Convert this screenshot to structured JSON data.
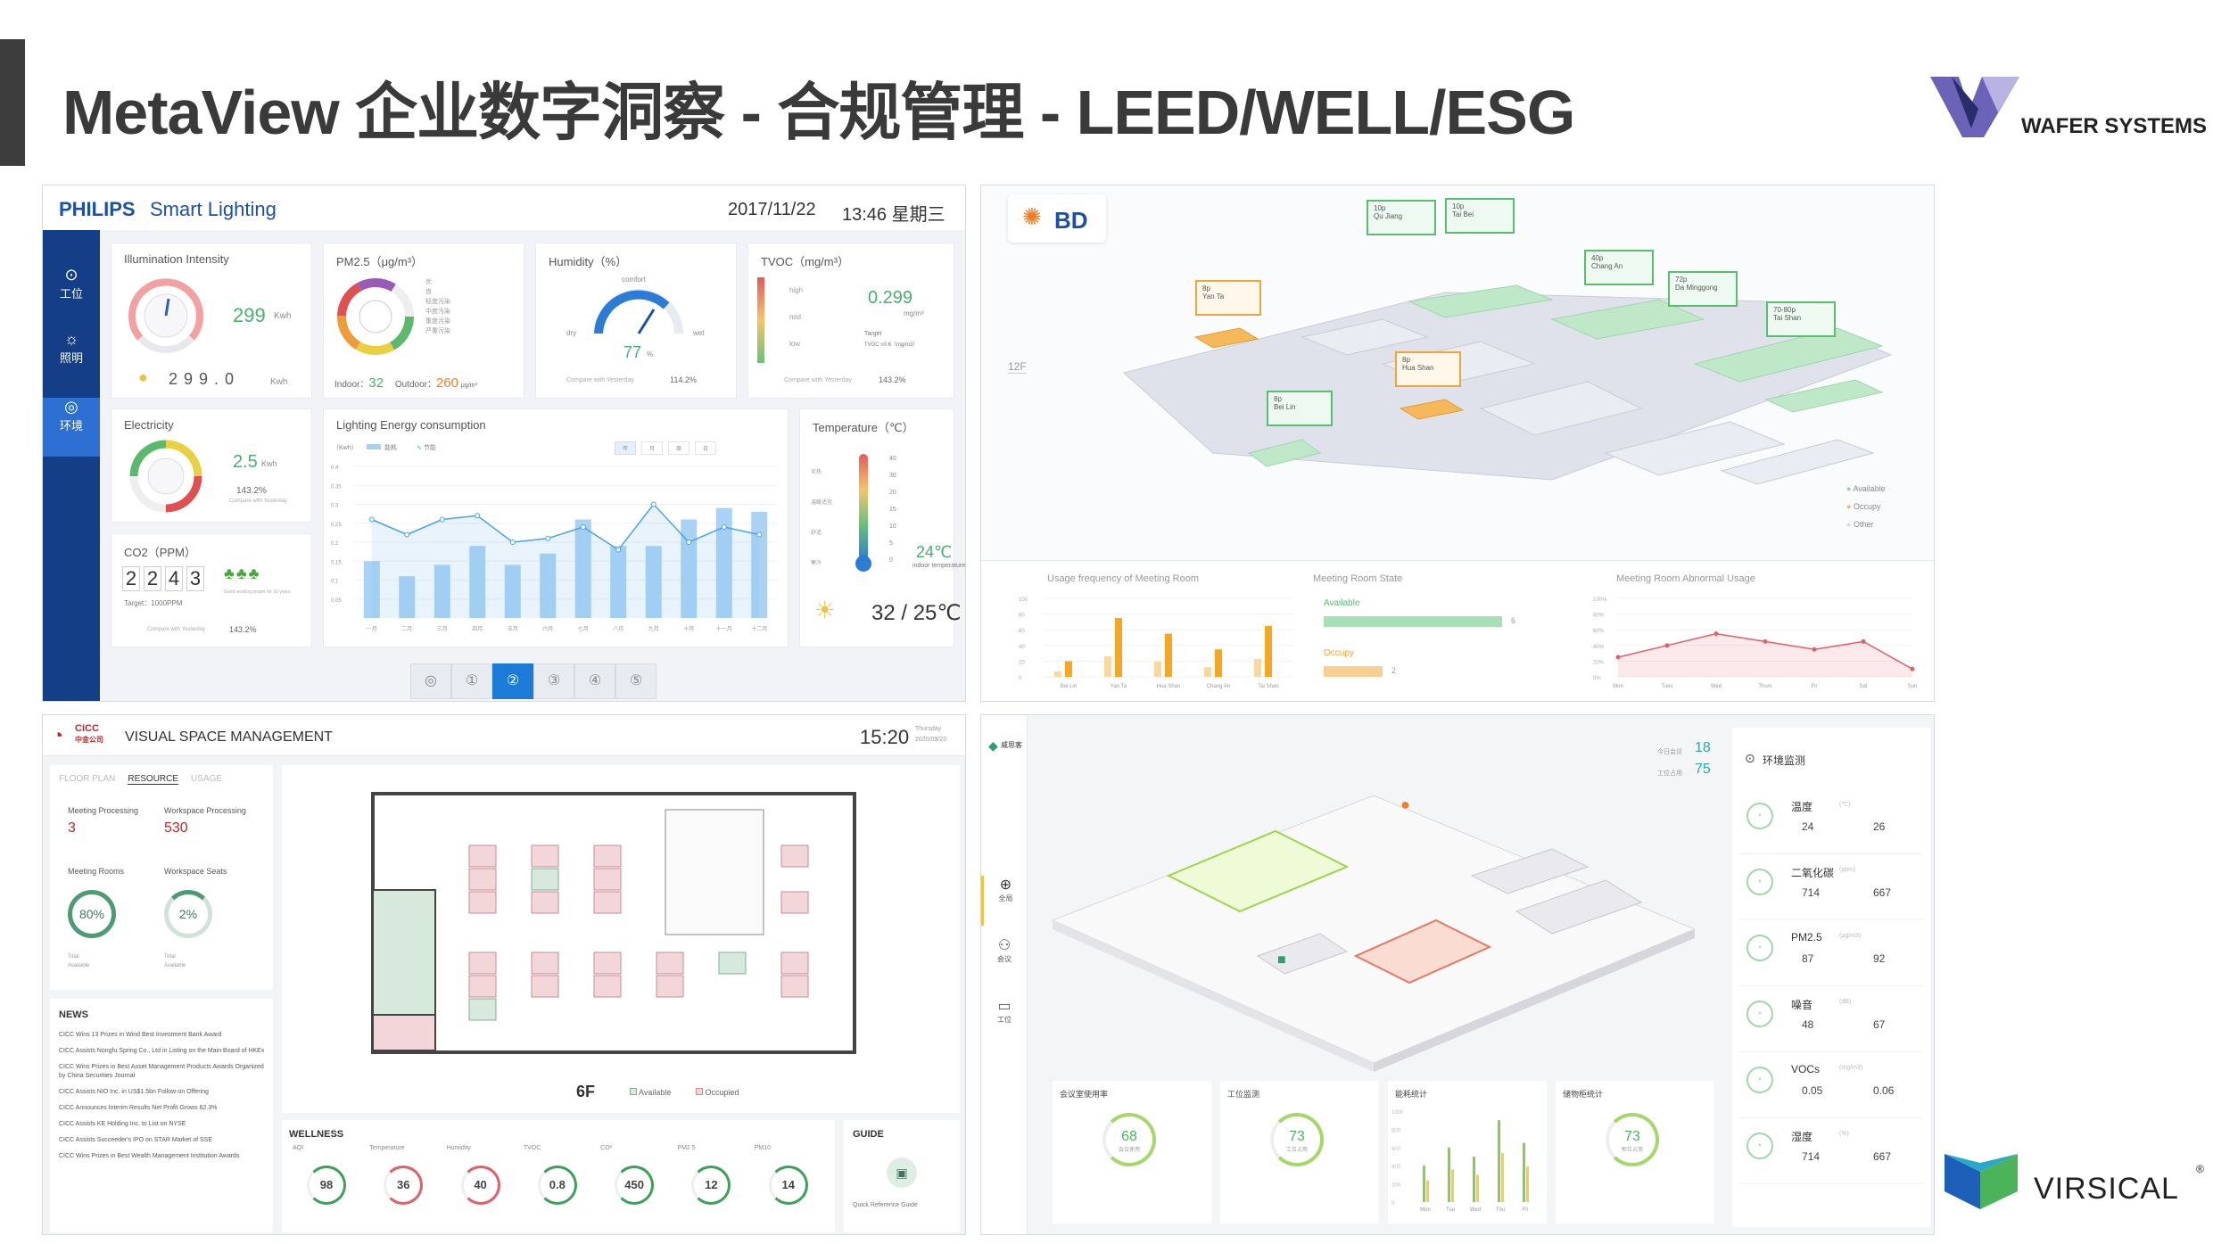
{
  "slide": {
    "title": "MetaView 企业数字洞察 - 合规管理 - LEED/WELL/ESG",
    "wafer_brand": "WAFER SYSTEMS",
    "virsical_brand": "VIRSICAL",
    "virsical_reg": "®",
    "colors": {
      "accent_dark": "#3d3d3d",
      "wafer_purple": "#6b5ba8",
      "virsical_blue": "#1d5fb8",
      "virsical_green": "#4bb45a"
    }
  },
  "philips": {
    "brand": "PHILIPS",
    "product": "Smart Lighting",
    "date": "2017/11/22",
    "time": "13:46 星期三",
    "sidebar": [
      {
        "icon": "workstation-icon",
        "label": "工位"
      },
      {
        "icon": "lighting-icon",
        "label": "照明"
      },
      {
        "icon": "environment-icon",
        "label": "环境"
      }
    ],
    "illumination": {
      "title": "Illumination Intensity",
      "value": "299",
      "unit": "Kwh",
      "digits": "2 9 9 . 0",
      "digits_unit": "Kwh"
    },
    "pm25": {
      "title": "PM2.5（μg/m³）",
      "legend": [
        "优",
        "良",
        "轻度污染",
        "中度污染",
        "重度污染",
        "严重污染"
      ],
      "indoor_label": "Indoor：",
      "indoor_value": "32",
      "outdoor_label": "Outdoor：",
      "outdoor_value": "260",
      "unit": "μg/m³"
    },
    "humidity": {
      "title": "Humidity（%）",
      "comfort": "comfort",
      "dry": "dry",
      "wet": "wet",
      "value": "77",
      "unit": "%",
      "compare": "Compare with Yesterday",
      "change": "114.2%"
    },
    "tvoc": {
      "title": "TVOC（mg/m³）",
      "levels": [
        "high",
        "mid",
        "low"
      ],
      "value": "0.299",
      "unit": "mg/m³",
      "target": "Target",
      "target_value": "TVOC ≤0.6（mg/m3）",
      "compare": "Compare with Yesterday",
      "change": "143.2%"
    },
    "electricity": {
      "title": "Electricity",
      "value": "2.5",
      "unit": "Kwh",
      "change": "143.2%",
      "compare": "Compare with Yesterday"
    },
    "co2": {
      "title": "CO2（PPM）",
      "digits": [
        "2",
        "2",
        "4",
        "3"
      ],
      "target": "Target：1000PPM",
      "note": "Good working proper for 10 years",
      "compare": "Compare with Yesterday",
      "change": "143.2%"
    },
    "temperature": {
      "title": "Temperature（℃）",
      "levels": [
        "炎热",
        "温暖适宜",
        "舒适",
        "寒冷"
      ],
      "scale": [
        "40",
        "30",
        "20",
        "15",
        "10",
        "5",
        "0"
      ],
      "value": "24℃",
      "caption": "indoor temperature",
      "outdoor": "32 / 25℃"
    },
    "energy": {
      "title": "Lighting Energy consumption",
      "unit": "（Kwh）",
      "legend_bar": "能耗",
      "legend_line": "节能",
      "tabs": [
        "年",
        "月",
        "周",
        "日"
      ],
      "ytick": [
        "0.4",
        "0.35",
        "0.3",
        "0.25",
        "0.2",
        "0.15",
        "0.1",
        "0.05"
      ]
    },
    "bottom_nav": [
      "①",
      "②",
      "③",
      "④",
      "⑤"
    ]
  },
  "chart_data": [
    {
      "type": "bar",
      "title": "Lighting Energy consumption",
      "categories": [
        "一月",
        "二月",
        "三月",
        "四月",
        "五月",
        "六月",
        "七月",
        "八月",
        "九月",
        "十月",
        "十一月",
        "十二月"
      ],
      "series": [
        {
          "name": "能耗",
          "values": [
            0.15,
            0.11,
            0.14,
            0.19,
            0.14,
            0.17,
            0.26,
            0.19,
            0.19,
            0.26,
            0.29,
            0.28
          ]
        },
        {
          "name": "节能",
          "values": [
            0.26,
            0.22,
            0.26,
            0.27,
            0.2,
            0.21,
            0.24,
            0.18,
            0.3,
            0.2,
            0.24,
            0.22
          ]
        }
      ],
      "ylim": [
        0,
        0.4
      ]
    },
    {
      "type": "bar",
      "title": "Usage frequency of Meeting Room",
      "categories": [
        "Bei Lin",
        "Yan Ta",
        "Hua Shan",
        "Chang An",
        "Tai Shan"
      ],
      "values": [
        20,
        75,
        55,
        35,
        65
      ],
      "ylim": [
        0,
        100
      ]
    },
    {
      "type": "line",
      "title": "Meeting Room Abnormal Usage",
      "categories": [
        "Mon",
        "Tues",
        "Wed",
        "Thurs",
        "Fri",
        "Sat",
        "Sun"
      ],
      "values": [
        25,
        40,
        55,
        45,
        35,
        45,
        10
      ],
      "ylim": [
        0,
        100
      ]
    },
    {
      "type": "bar",
      "title": "能耗统计",
      "categories": [
        "Mon",
        "Tue",
        "Wed",
        "Thu",
        "Fri"
      ],
      "values": [
        400,
        600,
        500,
        900,
        650
      ],
      "ylim": [
        0,
        1000
      ]
    }
  ],
  "bd": {
    "brand": "BD",
    "floor": "12F",
    "rooms": [
      {
        "cap": "10p",
        "name": "Qu Jiang"
      },
      {
        "cap": "10p",
        "name": "Tai Bei"
      },
      {
        "cap": "40p",
        "name": "Chang An"
      },
      {
        "cap": "72p",
        "name": "Da Minggong"
      },
      {
        "cap": "70-80p",
        "name": "Tai Shan"
      },
      {
        "cap": "8p",
        "name": "Yan Ta"
      },
      {
        "cap": "8p",
        "name": "Hua Shan"
      },
      {
        "cap": "8p",
        "name": "Bei Lin"
      }
    ],
    "legend": [
      "Available",
      "Occupy",
      "Other"
    ],
    "usage_title": "Usage frequency of Meeting Room",
    "state_title": "Meeting Room State",
    "state_available": "Available",
    "state_available_value": "6",
    "state_occupy": "Occupy",
    "state_occupy_value": "2",
    "abnormal_title": "Meeting Room Abnormal Usage"
  },
  "cicc": {
    "brand": "CICC",
    "brand_cn": "中金公司",
    "title": "VISUAL SPACE MANAGEMENT",
    "time": "15:20",
    "day": "Thursday",
    "date": "2020/09/23",
    "tabs": [
      "FLOOR PLAN",
      "RESOURCE",
      "USAGE"
    ],
    "meeting_processing_label": "Meeting Processing",
    "meeting_processing": "3",
    "workspace_processing_label": "Workspace Processing",
    "workspace_processing": "530",
    "meeting_rooms_label": "Meeting Rooms",
    "meeting_rooms_pct": "80%",
    "workspace_seats_label": "Workspace Seats",
    "workspace_seats_pct": "2%",
    "total": "Total",
    "available": "Available",
    "news_title": "NEWS",
    "news": [
      "CICC Wins 13 Prizes in Wind Best Investment Bank Award",
      "CICC Assists Nongfu Spring Co., Ltd in Listing on the Main Board of HKEx",
      "CICC Wins Prizes in Best Asset Management Products Awards Organized by China Securities Journal",
      "CICC Assists NIO Inc. in US$1.5bn Follow-on Offering",
      "CICC Announces Interim Results Net Profit Grows 62.3%",
      "CICC Assists KE Holding Inc. to List on NYSE",
      "CICC Assists Succeeder's IPO on STAR Market of SSE",
      "CICC Wins Prizes in Best Wealth Management Institution Awards"
    ],
    "floor": "6F",
    "legend_available": "Available",
    "legend_occupied": "Occupied",
    "wellness_title": "WELLNESS",
    "wellness": [
      {
        "label": "AQI",
        "value": "98",
        "color": "#3ea05a"
      },
      {
        "label": "Temperature",
        "value": "36",
        "color": "#e0606a"
      },
      {
        "label": "Humidity",
        "value": "40",
        "color": "#e0606a"
      },
      {
        "label": "TVOC",
        "value": "0.8",
        "color": "#3ea05a"
      },
      {
        "label": "CO²",
        "value": "450",
        "color": "#3ea05a"
      },
      {
        "label": "PM2.5",
        "value": "12",
        "color": "#3ea05a"
      },
      {
        "label": "PM10",
        "value": "14",
        "color": "#3ea05a"
      }
    ],
    "guide_title": "GUIDE",
    "guide_caption": "Quick Reference Guide"
  },
  "wsd": {
    "brand": "威思客",
    "nav": [
      {
        "icon": "globe-icon",
        "label": "全局"
      },
      {
        "icon": "meeting-icon",
        "label": "会议"
      },
      {
        "icon": "desk-icon",
        "label": "工位"
      }
    ],
    "stat1_label": "今日会议",
    "stat1_value": "18",
    "stat2_label": "工位占用",
    "stat2_value": "75",
    "env_title": "环境监测",
    "env": [
      {
        "name": "温度",
        "unit": "(℃)",
        "a": "24",
        "b": "26"
      },
      {
        "name": "二氧化碳",
        "unit": "(ppm)",
        "a": "714",
        "b": "667"
      },
      {
        "name": "PM2.5",
        "unit": "(μg/m3)",
        "a": "87",
        "b": "92"
      },
      {
        "name": "噪音",
        "unit": "(dB)",
        "a": "48",
        "b": "67"
      },
      {
        "name": "VOCs",
        "unit": "(mg/m3)",
        "a": "0.05",
        "b": "0.06"
      },
      {
        "name": "湿度",
        "unit": "(%)",
        "a": "714",
        "b": "667"
      }
    ],
    "cards": [
      {
        "title": "会议室使用率",
        "value": "68",
        "sub": "会议使用"
      },
      {
        "title": "工位监测",
        "value": "73",
        "sub": "工位占用"
      },
      {
        "title": "能耗统计",
        "value": "",
        "sub": ""
      },
      {
        "title": "储物柜统计",
        "value": "73",
        "sub": "柜位占用"
      }
    ]
  }
}
